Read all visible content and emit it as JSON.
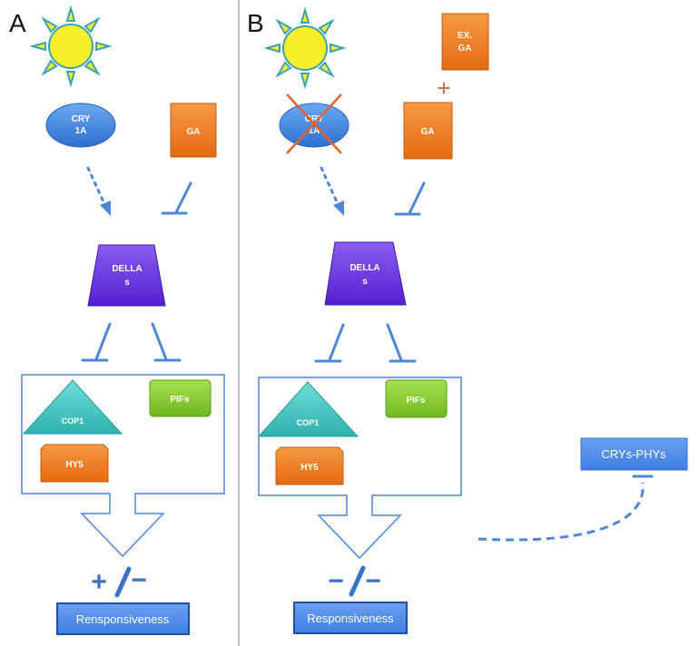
{
  "panels": [
    {
      "letter": "A",
      "cry": [
        "CRY",
        "1A"
      ],
      "ga": "GA",
      "della": [
        "DELLA",
        "s"
      ],
      "cop1": "COP1",
      "hy5": "HY5",
      "pifs": "PIFs",
      "sign_left": "+",
      "sign_right": "−",
      "output": "Rensponsiveness"
    },
    {
      "letter": "B",
      "cry": [
        "CRY",
        "1A"
      ],
      "exga": [
        "EX.",
        "GA"
      ],
      "plus": "+",
      "ga": "GA",
      "della": [
        "DELLA",
        "s"
      ],
      "cop1": "COP1",
      "hy5": "HY5",
      "pifs": "PIFs",
      "sign_left": "−",
      "sign_right": "−",
      "output": "Responsiveness",
      "side_box": "CRYs-PHYs"
    }
  ],
  "colors": {
    "line_blue": "#4f86d6",
    "cry_blue": "#3d7fe0",
    "ga_orange": "#ee7a1e",
    "della_purple": "#6a2de0",
    "cop1_teal": "#3cc3c0",
    "pifs_green": "#84cc2e",
    "sun_yellow": "#f7ef2a",
    "cross_red": "#e0622e"
  }
}
